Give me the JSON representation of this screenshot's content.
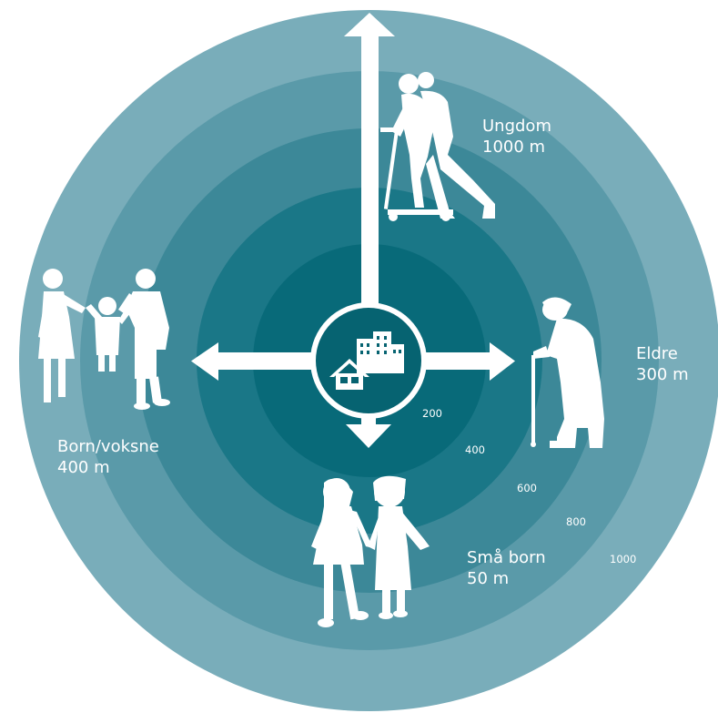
{
  "colors": {
    "ring_1000": "#79adba",
    "ring_800": "#5a9aa9",
    "ring_600": "#3c8898",
    "ring_400": "#1a7787",
    "ring_200": "#086a79",
    "ring_core": "#066371",
    "silhouette": "#ffffff"
  },
  "groups": [
    {
      "name": "Ungdom",
      "distance": "1000 m",
      "icon": "teenager-scooter-icon"
    },
    {
      "name": "Eldre",
      "distance": "300 m",
      "icon": "elderly-cane-icon"
    },
    {
      "name": "Små born",
      "distance": "50 m",
      "icon": "small-children-icon"
    },
    {
      "name": "Born/voksne",
      "distance": "400 m",
      "icon": "family-icon"
    }
  ],
  "rings": [
    "200",
    "400",
    "600",
    "800",
    "1000"
  ],
  "center_icon": "home-and-buildings-icon"
}
